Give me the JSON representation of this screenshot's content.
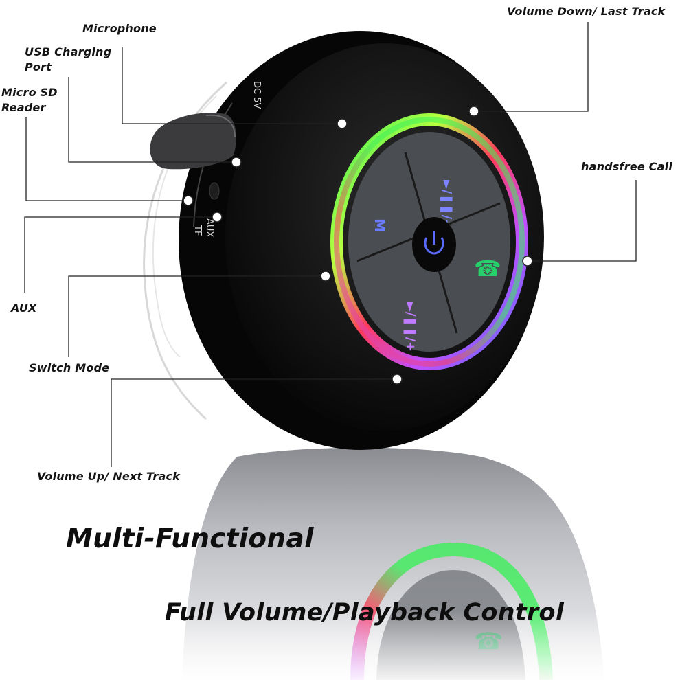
{
  "labels": {
    "microphone": "Microphone",
    "usb_charging_port": "USB Charging\nPort",
    "micro_sd_reader": "Micro SD\nReader",
    "aux": "AUX",
    "switch_mode": "Switch Mode",
    "volume_up_next": "Volume Up/ Next Track",
    "volume_down_last": "Volume Down/ Last Track",
    "handsfree_call": "handsfree Call"
  },
  "device_markings": {
    "dc_5v": "DC 5V",
    "aux_port": "AUX",
    "tf_port": "TF"
  },
  "buttons": {
    "mode": "M",
    "play_pause_prev": "►/❚❚/-",
    "play_pause_next": "►/❚❚/+"
  },
  "headline": {
    "line1": "Multi-Functional",
    "line2": "Full Volume/Playback Control"
  },
  "icons": [
    "power-icon",
    "phone-icon",
    "mode-icon",
    "play-pause-icon"
  ],
  "colors": {
    "ring_green": "#3cf05a",
    "ring_red": "#ff3a5c",
    "ring_blue": "#5a6cff",
    "ring_purple": "#c050ff",
    "body": "#0c0c0c",
    "button_face": "#4a4d52"
  }
}
